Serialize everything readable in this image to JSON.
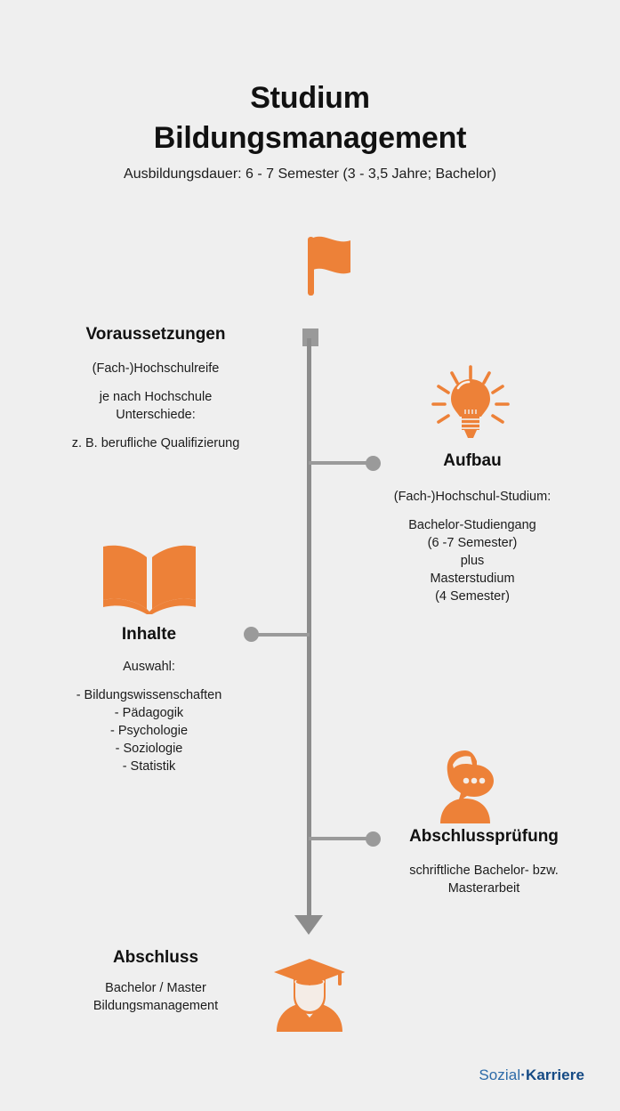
{
  "page": {
    "background_color": "#efefef",
    "accent_color": "#ed8138",
    "timeline_color": "#9a9a9a",
    "text_color": "#1c1c1c"
  },
  "header": {
    "title_line1": "Studium",
    "title_line2": "Bildungsmanagement",
    "subtitle": "Ausbildungsdauer: 6 - 7 Semester (3 - 3,5 Jahre; Bachelor)"
  },
  "steps": {
    "voraussetzungen": {
      "heading": "Voraussetzungen",
      "p1": "(Fach-)Hochschulreife",
      "p2_line1": "je nach Hochschule",
      "p2_line2": "Unterschiede:",
      "p3": "z. B. berufliche Qualifizierung",
      "icon": "flag-icon"
    },
    "aufbau": {
      "heading": "Aufbau",
      "p1": "(Fach-)Hochschul-Studium:",
      "p2_line1": "Bachelor-Studiengang",
      "p2_line2": "(6 -7 Semester)",
      "p2_line3": "plus",
      "p2_line4": "Masterstudium",
      "p2_line5": "(4 Semester)",
      "icon": "lightbulb-icon"
    },
    "inhalte": {
      "heading": "Inhalte",
      "p1": "Auswahl:",
      "item1": "- Bildungswissenschaften",
      "item2": "- Pädagogik",
      "item3": "- Psychologie",
      "item4": "- Soziologie",
      "item5": "- Statistik",
      "icon": "open-book-icon"
    },
    "abschlusspruefung": {
      "heading": "Abschlussprüfung",
      "p1_line1": "schriftliche Bachelor- bzw.",
      "p1_line2": "Masterarbeit",
      "icon": "person-speech-bubble-icon"
    },
    "abschluss": {
      "heading": "Abschluss",
      "p1_line1": "Bachelor / Master",
      "p1_line2": "Bildungsmanagement",
      "icon": "graduate-icon"
    }
  },
  "footer": {
    "brand_first": "Sozial",
    "brand_separator": "·",
    "brand_second": "Karriere"
  }
}
